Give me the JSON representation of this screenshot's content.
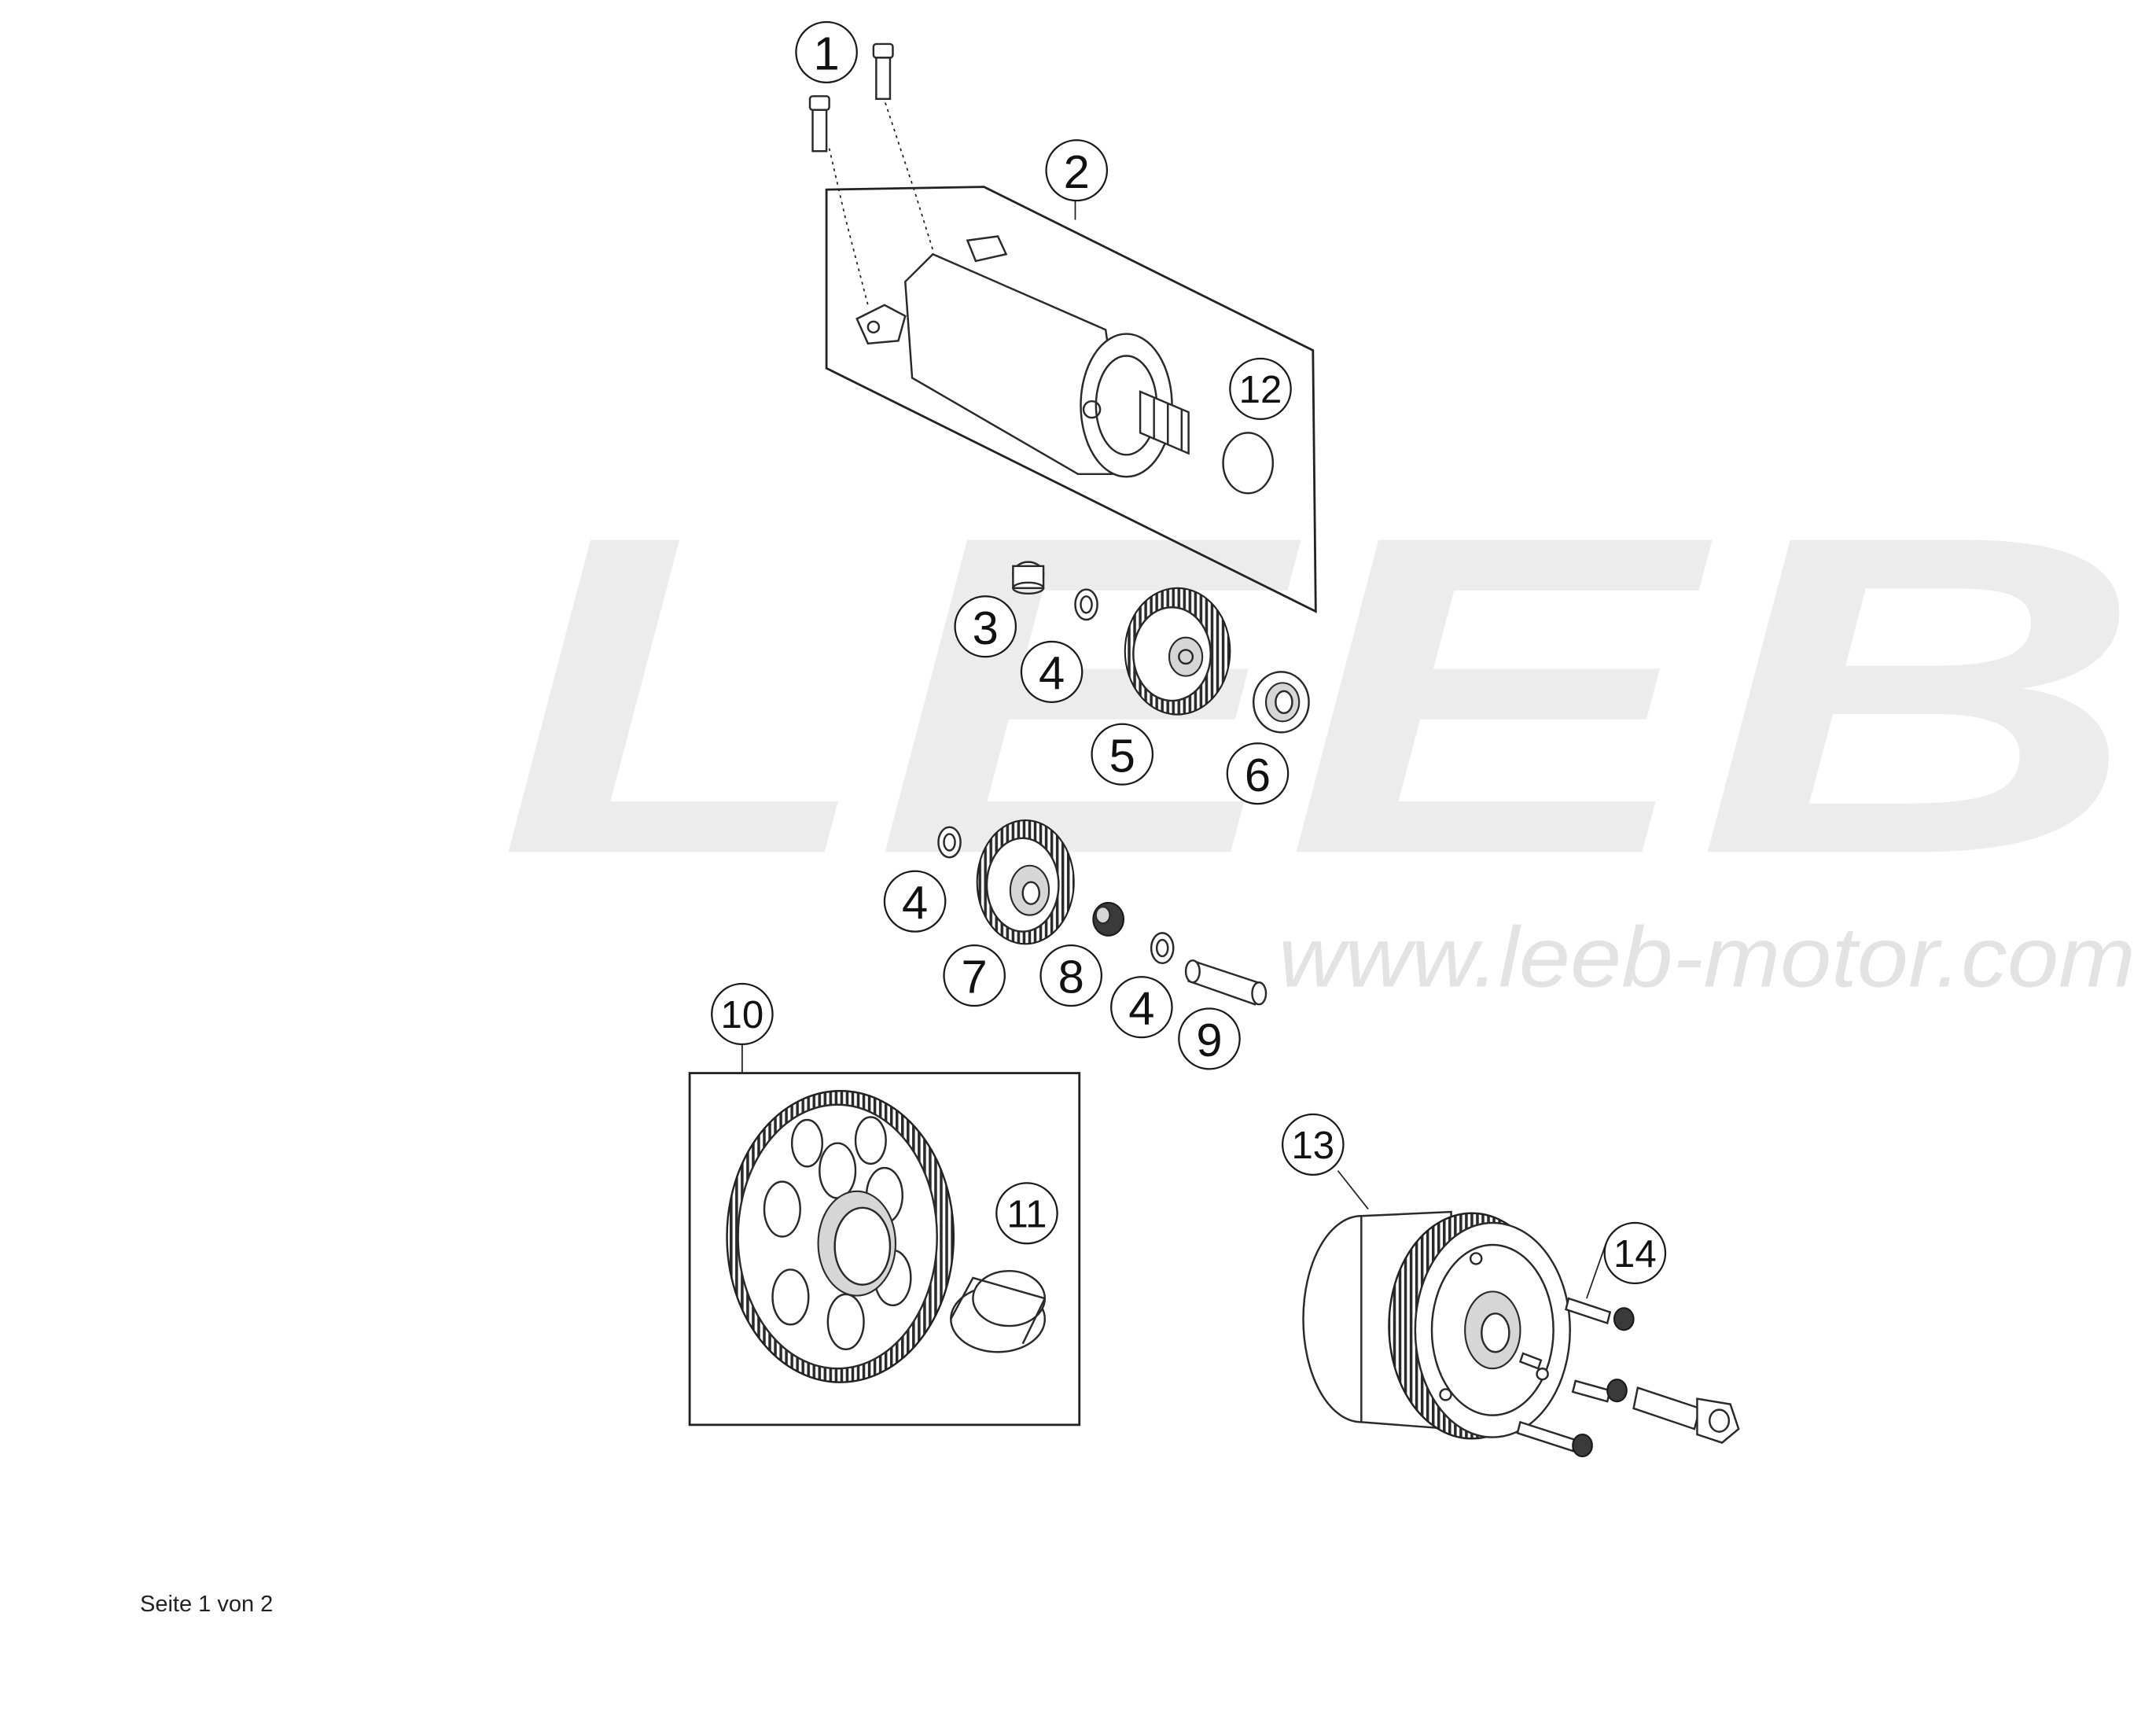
{
  "watermark": {
    "logo_text": "LEEB",
    "url": "www.leeb-motor.com"
  },
  "callouts": [
    {
      "id": "c1",
      "label": "1"
    },
    {
      "id": "c2",
      "label": "2"
    },
    {
      "id": "c3",
      "label": "3"
    },
    {
      "id": "c4a",
      "label": "4"
    },
    {
      "id": "c5",
      "label": "5"
    },
    {
      "id": "c6",
      "label": "6"
    },
    {
      "id": "c4b",
      "label": "4"
    },
    {
      "id": "c7",
      "label": "7"
    },
    {
      "id": "c8",
      "label": "8"
    },
    {
      "id": "c4c",
      "label": "4"
    },
    {
      "id": "c9",
      "label": "9"
    },
    {
      "id": "c10",
      "label": "10"
    },
    {
      "id": "c11",
      "label": "11"
    },
    {
      "id": "c12",
      "label": "12"
    },
    {
      "id": "c13",
      "label": "13"
    },
    {
      "id": "c14",
      "label": "14"
    }
  ],
  "footer": {
    "page_label": "Seite 1 von 2"
  }
}
